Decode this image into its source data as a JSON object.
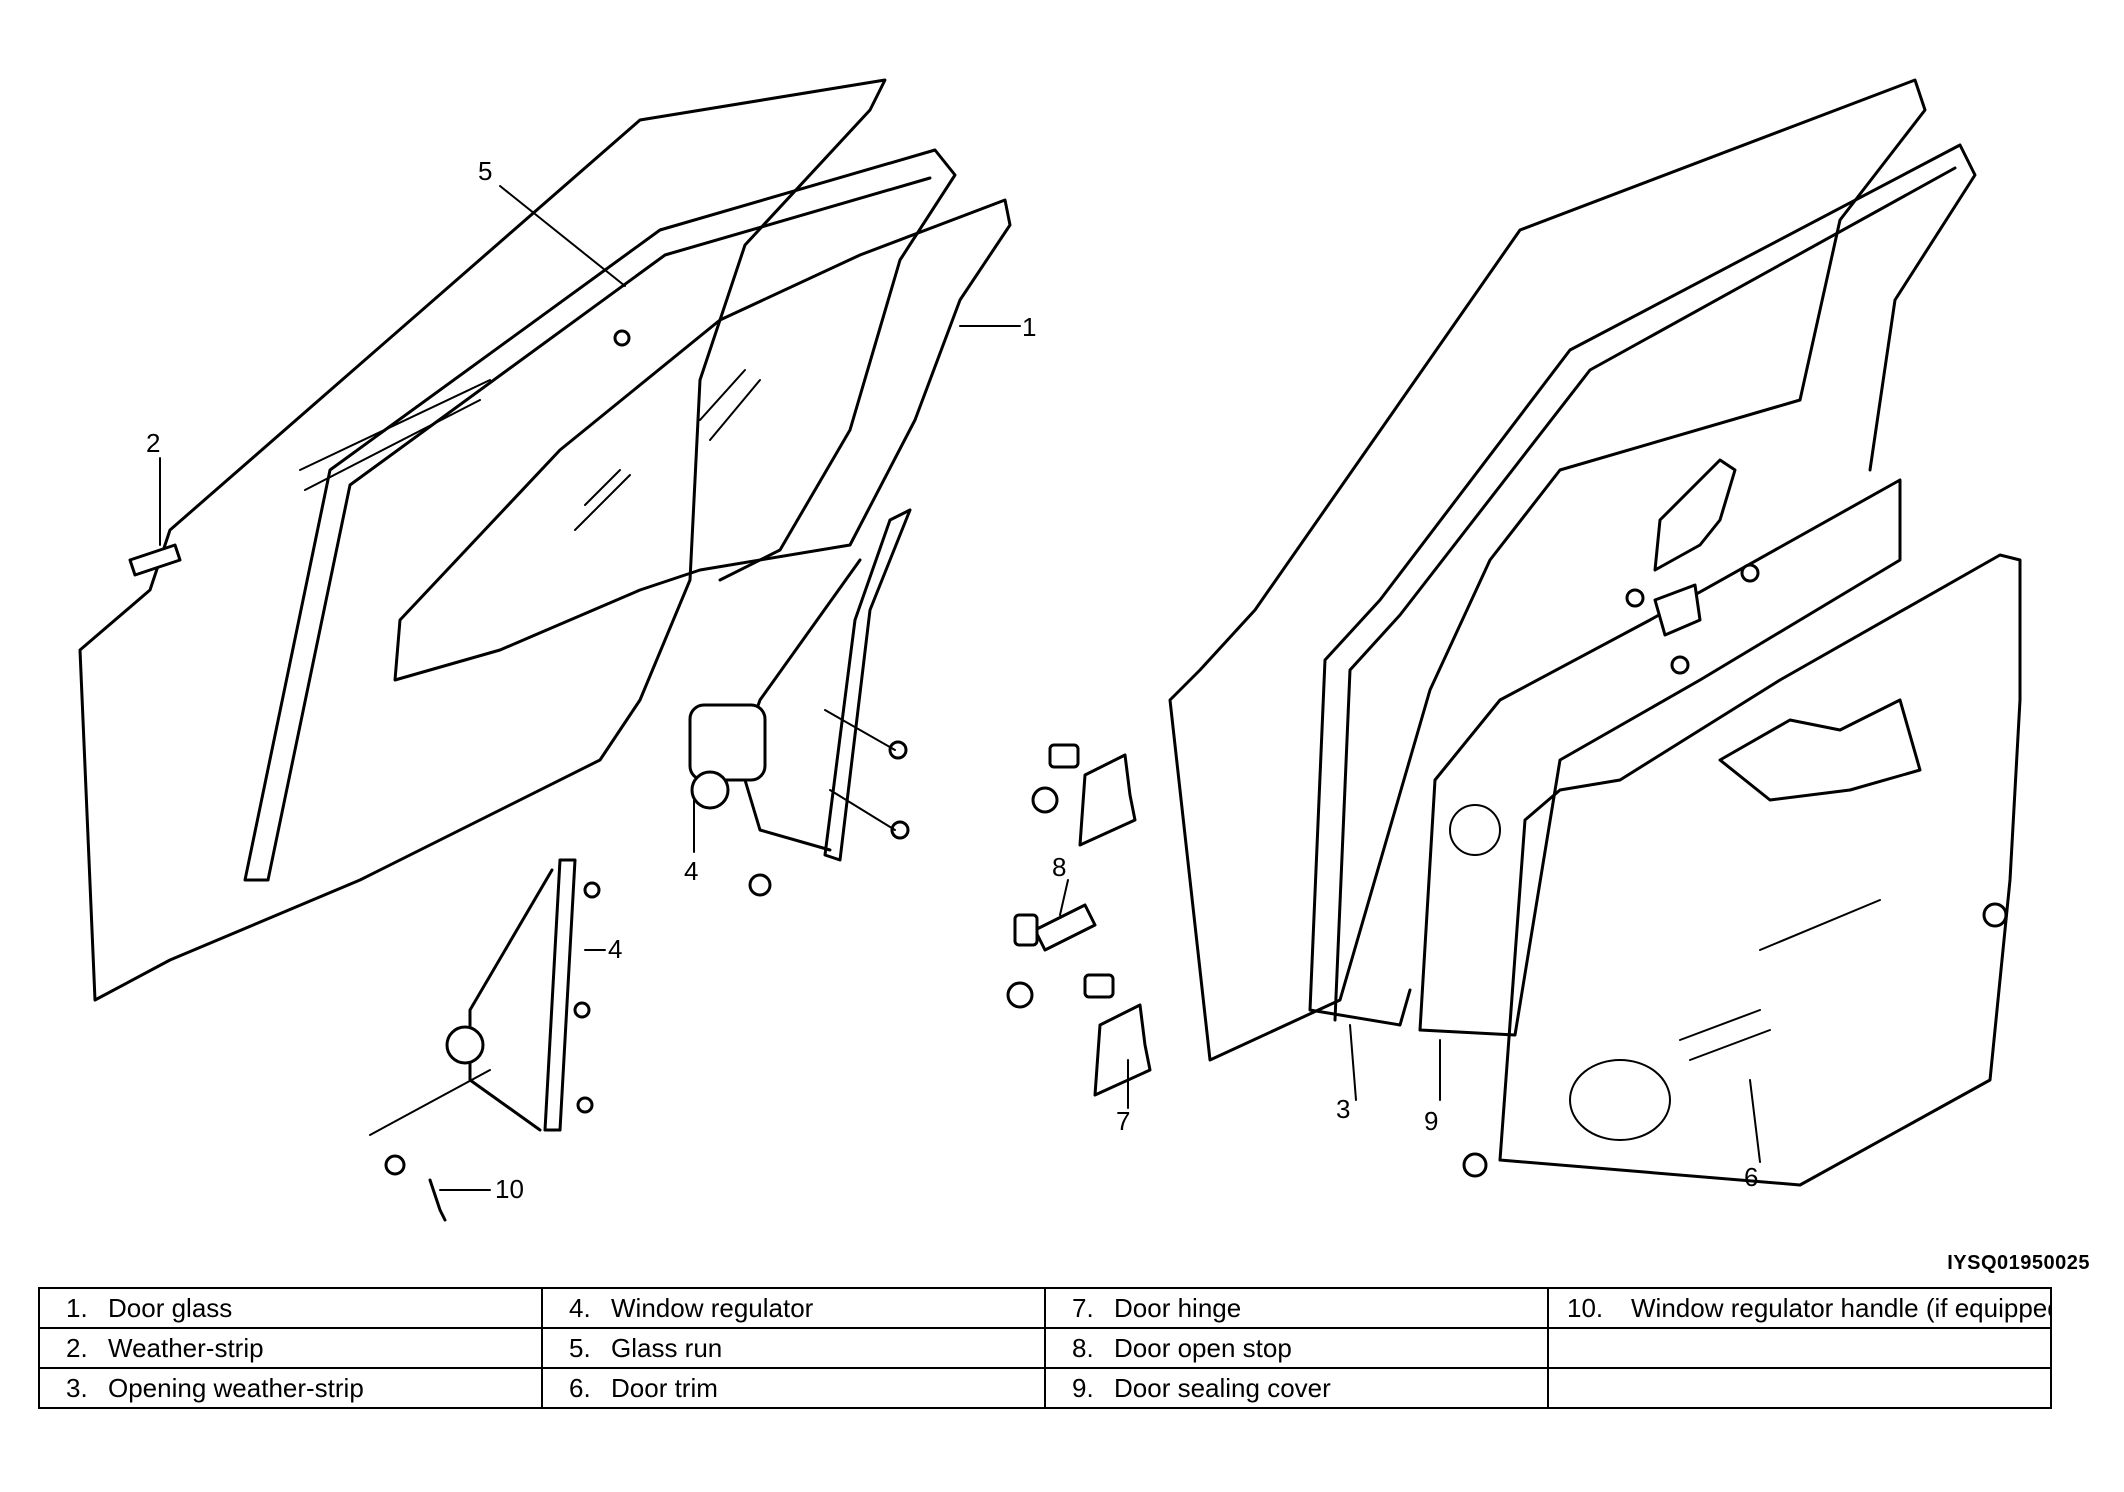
{
  "diagram": {
    "callouts": {
      "c1": "1",
      "c2": "2",
      "c3": "3",
      "c4a": "4",
      "c4b": "4",
      "c5": "5",
      "c6": "6",
      "c7": "7",
      "c8": "8",
      "c9": "9",
      "c10": "10"
    },
    "reference_code": "IYSQ01950025"
  },
  "legend": {
    "rows": [
      [
        {
          "no": "1.",
          "label": "Door glass"
        },
        {
          "no": "4.",
          "label": "Window regulator"
        },
        {
          "no": "7.",
          "label": "Door hinge"
        },
        {
          "no": "10.",
          "label": "Window regulator handle (if equipped)"
        }
      ],
      [
        {
          "no": "2.",
          "label": "Weather-strip"
        },
        {
          "no": "5.",
          "label": "Glass run"
        },
        {
          "no": "8.",
          "label": "Door open stop"
        },
        {
          "no": "",
          "label": ""
        }
      ],
      [
        {
          "no": "3.",
          "label": "Opening weather-strip"
        },
        {
          "no": "6.",
          "label": "Door trim"
        },
        {
          "no": "9.",
          "label": "Door sealing cover"
        },
        {
          "no": "",
          "label": ""
        }
      ]
    ]
  }
}
